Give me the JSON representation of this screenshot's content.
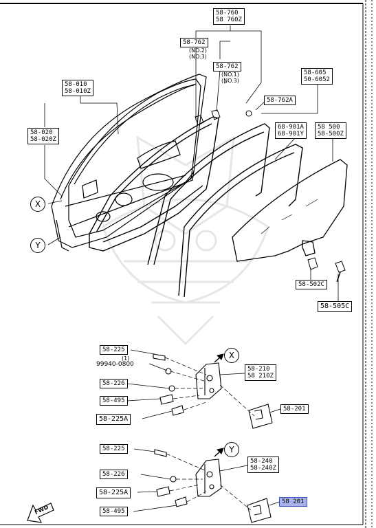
{
  "upper_labels": {
    "l_58_760": "58-760\n58 760Z",
    "l_58_762a": "58-762",
    "l_58_762a_notes": "(NO.2)\n(NO.3)",
    "l_58_762b": "58-762",
    "l_58_762b_notes": "(NO.1)\n(NO.3)",
    "l_58_010": "58-010\n58-010Z",
    "l_58_020": "58-020\n58-020Z",
    "l_58_605": "58-605\n50-6052",
    "l_58_762A": "58-762A",
    "l_68_901": "68-901A\n68-901Y",
    "l_58_500": "58 500\n58-500Z",
    "l_58_502C": "58-502C",
    "l_58_505C": "58-505C"
  },
  "callouts": {
    "x": "X",
    "y": "Y",
    "x_hinge": "X",
    "y_hinge": "Y"
  },
  "hinge_x_labels": {
    "l_58_225": "58-225",
    "note_1": "(1)",
    "note_99940": "99940-0800",
    "l_58_226": "58-226",
    "l_58_495": "58-495",
    "l_58_225A": "58-225A",
    "l_58_210": "58-210\n58 210Z",
    "l_58_201": "58-201"
  },
  "hinge_y_labels": {
    "l_58_225": "58-225",
    "l_58_226": "58-226",
    "l_58_225A": "58-225A",
    "l_58_495": "58-495",
    "l_58_240": "58-240\n58-240Z",
    "l_58_201": "58 201"
  },
  "fwd_label": "FWD",
  "colors": {
    "line": "#000000",
    "highlight_fill": "#a9b4ee",
    "highlight_border": "#3b4fc4",
    "watermark": "#e8e8e8"
  }
}
